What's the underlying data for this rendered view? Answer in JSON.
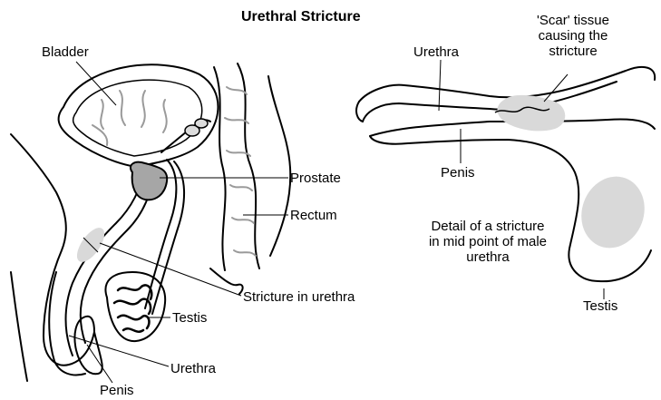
{
  "title": "Urethral Stricture",
  "left_labels": {
    "bladder": "Bladder",
    "prostate": "Prostate",
    "rectum": "Rectum",
    "stricture": "Stricture in urethra",
    "testis": "Testis",
    "urethra": "Urethra",
    "penis": "Penis"
  },
  "right_labels": {
    "urethra": "Urethra",
    "scar_line1": "'Scar' tissue",
    "scar_line2": "causing the",
    "scar_line3": "stricture",
    "penis": "Penis",
    "detail_line1": "Detail of a stricture",
    "detail_line2": "in mid point of male",
    "detail_line3": "urethra",
    "testis": "Testis"
  },
  "colors": {
    "ink": "#000000",
    "shade": "#d9d9d9",
    "prostate": "#a6a6a6",
    "squiggle": "#9a9a9a"
  }
}
